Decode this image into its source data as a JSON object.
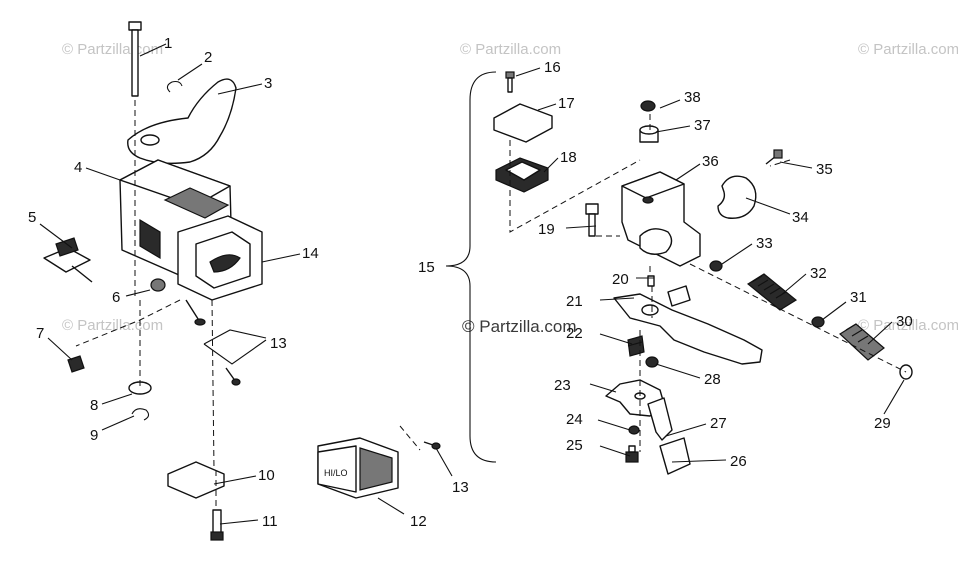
{
  "watermarks": {
    "corner": "© Partzilla.com",
    "center": "© Partzilla.com"
  },
  "switch_label": "HI/LO",
  "callouts": {
    "c1": "1",
    "c2": "2",
    "c3": "3",
    "c4": "4",
    "c5": "5",
    "c6": "6",
    "c7": "7",
    "c8": "8",
    "c9": "9",
    "c10": "10",
    "c11": "11",
    "c12": "12",
    "c13a": "13",
    "c13b": "13",
    "c14": "14",
    "c15": "15",
    "c16": "16",
    "c17": "17",
    "c18": "18",
    "c19": "19",
    "c20": "20",
    "c21": "21",
    "c22": "22",
    "c23": "23",
    "c24": "24",
    "c25": "25",
    "c26": "26",
    "c27": "27",
    "c28": "28",
    "c29": "29",
    "c30": "30",
    "c31": "31",
    "c32": "32",
    "c33": "33",
    "c34": "34",
    "c35": "35",
    "c36": "36",
    "c37": "37",
    "c38": "38"
  }
}
